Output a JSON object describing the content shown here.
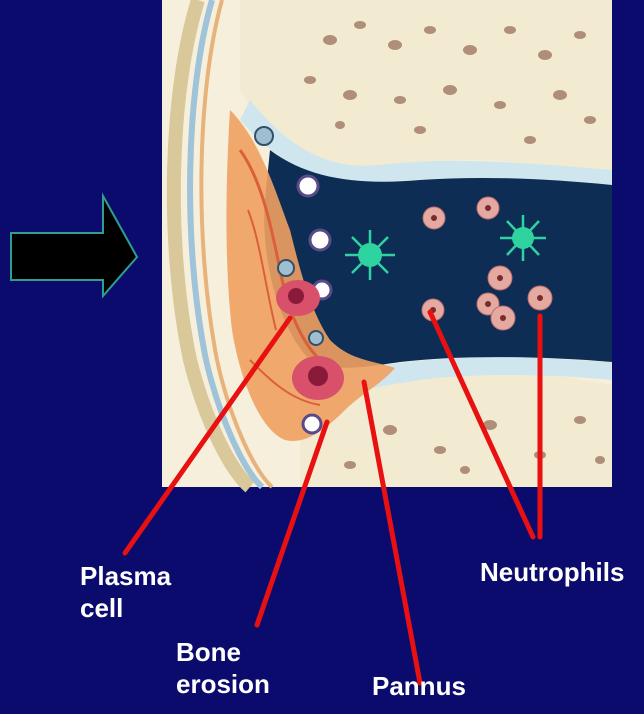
{
  "labels": {
    "plasma_cell": [
      "Plasma",
      "cell"
    ],
    "bone_erosion": [
      "Bone",
      "erosion"
    ],
    "pannus": "Pannus",
    "neutrophils": "Neutrophils"
  },
  "colors": {
    "background": "#0b0b6e",
    "arrow_fill": "#000000",
    "arrow_outline": "#2f9e8a",
    "pointer_lines": "#e81010",
    "bone": "#f3ead2",
    "joint_space": "#0d2d55",
    "pannus_tissue": "#f0a060",
    "neutrophil": "#e4a9a0",
    "dendritic_cell": "#2fd3a0"
  }
}
